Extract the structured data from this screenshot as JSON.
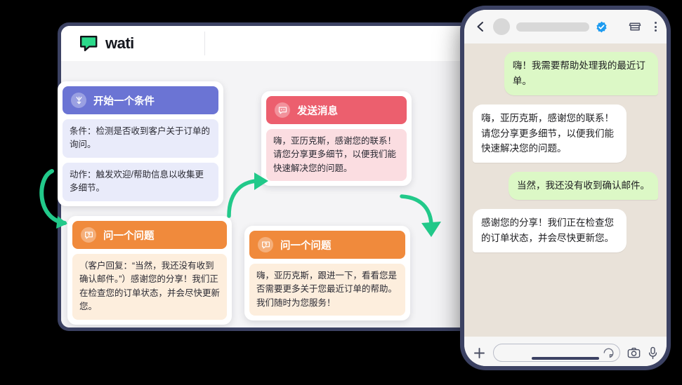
{
  "app": {
    "brand_name": "wati",
    "logo_icon": "chat-bubble-icon",
    "accent_green": "#22c98a",
    "frame_color": "#3c4263",
    "canvas_color": "#f4f4f6"
  },
  "flow": {
    "cards": [
      {
        "id": "condition",
        "title": "开始一个条件",
        "icon": "branch-arrow-icon",
        "color": "#6b74d4",
        "body_color": "#e9ebfa",
        "lines": [
          "条件：检测是否收到客户关于订单的询问。",
          "动作：触发欢迎/帮助信息以收集更多细节。"
        ]
      },
      {
        "id": "send-message",
        "title": "发送消息",
        "icon": "speech-bubble-icon",
        "color": "#ec5f6e",
        "body_color": "#fbdde1",
        "lines": [
          "嗨，亚历克斯，感谢您的联系！请您分享更多细节，以便我们能快速解决您的问题。"
        ]
      },
      {
        "id": "ask-question-1",
        "title": "问一个问题",
        "icon": "question-bubble-icon",
        "color": "#f08a3c",
        "body_color": "#fdeedd",
        "lines": [
          "（客户回复：“当然，我还没有收到确认邮件。”）感谢您的分享！我们正在检查您的订单状态，并会尽快更新您。"
        ]
      },
      {
        "id": "ask-question-2",
        "title": "问一个问题",
        "icon": "question-bubble-icon",
        "color": "#f08a3c",
        "body_color": "#fdeedd",
        "lines": [
          "嗨，亚历克斯，跟进一下，看看您是否需要更多关于您最近订单的帮助。我们随时为您服务！"
        ]
      }
    ],
    "connectors": [
      {
        "name": "loop-arrow-left",
        "direction": "down-curve"
      },
      {
        "name": "arrow-up-right",
        "direction": "up-right"
      },
      {
        "name": "arrow-down-right",
        "direction": "down-right"
      }
    ]
  },
  "phone": {
    "header": {
      "back_icon": "chevron-left-icon",
      "avatar": "contact-avatar",
      "name_placeholder": "",
      "verified_icon": "verified-badge-icon",
      "store_icon": "storefront-icon",
      "menu_icon": "more-vertical-icon"
    },
    "messages": [
      {
        "from": "user",
        "text": "嗨！我需要帮助处理我的最近订单。"
      },
      {
        "from": "business",
        "text": "嗨，亚历克斯，感谢您的联系！请您分享更多细节，以便我们能快速解决您的问题。"
      },
      {
        "from": "user",
        "text": "当然，我还没有收到确认邮件。"
      },
      {
        "from": "business",
        "text": "感谢您的分享！我们正在检查您的订单状态，并会尽快更新您。"
      }
    ],
    "input_bar": {
      "plus_icon": "plus-icon",
      "placeholder": "",
      "sticker_icon": "sticker-icon",
      "camera_icon": "camera-icon",
      "mic_icon": "microphone-icon"
    },
    "bubble_out_color": "#dcf8c6",
    "bubble_in_color": "#ffffff",
    "chat_bg_color": "#e9e2d9"
  }
}
